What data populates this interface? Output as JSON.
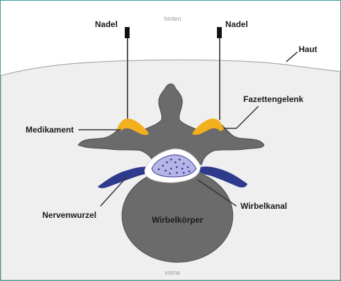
{
  "diagram": {
    "labels": {
      "top": "hinten",
      "bottom": "vorne",
      "needle_left": "Nadel",
      "needle_right": "Nadel",
      "skin": "Haut",
      "facet_joint": "Fazettengelenk",
      "medication": "Medikament",
      "spinal_canal": "Wirbelkanal",
      "nerve_root": "Nervenwurzel",
      "vertebral_body": "Wirbelkörper"
    },
    "colors": {
      "border": "#3a9c9a",
      "skin_fill": "#efefef",
      "bone": "#6b6b6b",
      "bone_outline": "#4a4a4a",
      "medication": "#f2b01e",
      "nerve": "#2e3a8c",
      "canal_fill": "#b7b5e6",
      "canal_dots": "#3a3f96"
    }
  }
}
